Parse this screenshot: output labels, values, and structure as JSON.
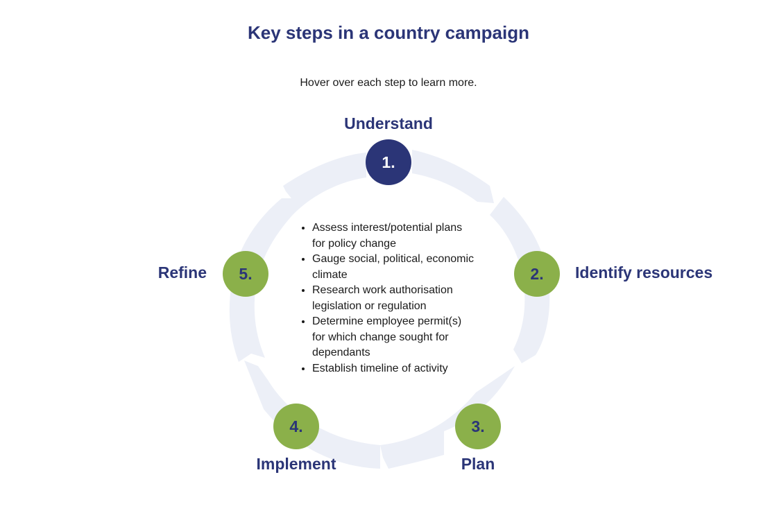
{
  "title": "Key steps in a country campaign",
  "instruction": "Hover over each step to learn more.",
  "colors": {
    "navy": "#2b3577",
    "green": "#8bb04a",
    "ring": "#eceff7"
  },
  "steps": [
    {
      "number": "1.",
      "label": "Understand",
      "active": true
    },
    {
      "number": "2.",
      "label": "Identify resources",
      "active": false
    },
    {
      "number": "3.",
      "label": "Plan",
      "active": false
    },
    {
      "number": "4.",
      "label": "Implement",
      "active": false
    },
    {
      "number": "5.",
      "label": "Refine",
      "active": false
    }
  ],
  "details": {
    "items": [
      "Assess interest/potential plans for policy change",
      "Gauge social, political, economic climate",
      "Research work authorisation legislation or regulation",
      "Determine employee permit(s) for which change sought for dependants",
      "Establish timeline of activity"
    ]
  }
}
